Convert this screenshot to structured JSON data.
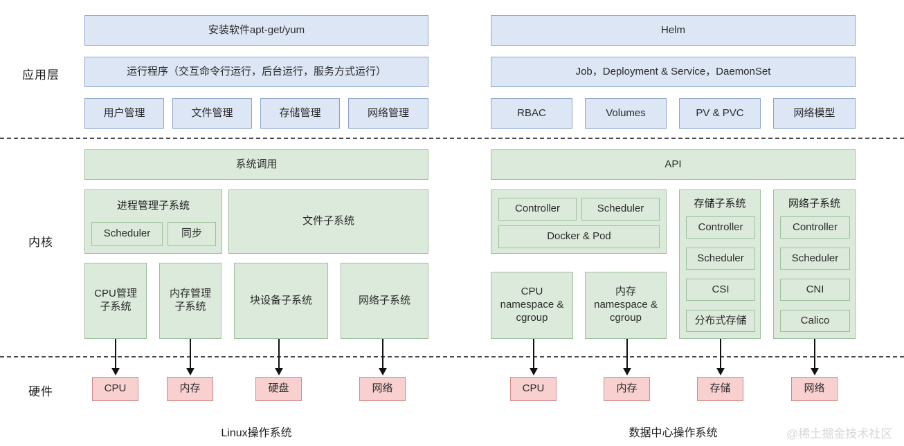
{
  "layer_labels": [
    {
      "id": "application",
      "text": "应用层"
    },
    {
      "id": "kernel",
      "text": "内核"
    },
    {
      "id": "hardware",
      "text": "硬件"
    }
  ],
  "colors": {
    "application_fill": "#dce6f5",
    "application_stroke": "#8ca6c9",
    "kernel_fill": "#dceadb",
    "kernel_stroke": "#9dbf9b",
    "hardware_fill": "#f7d0cf",
    "hardware_stroke": "#d08a88",
    "divider": "#4a4a4a",
    "connector": "#111111",
    "watermark": "#d6d6d6"
  },
  "left": {
    "caption": "Linux操作系统",
    "application": {
      "row1": "安装软件apt-get/yum",
      "row2": "运行程序（交互命令行运行，后台运行，服务方式运行）",
      "row3": [
        "用户管理",
        "文件管理",
        "存储管理",
        "网络管理"
      ]
    },
    "kernel": {
      "syscall": "系统调用",
      "process_group": {
        "title": "进程管理子系统",
        "children": [
          "Scheduler",
          "同步"
        ]
      },
      "file_subsystem": "文件子系统",
      "bottom_row": [
        "CPU管理\n子系统",
        "内存管理\n子系统",
        "块设备子系统",
        "网络子系统"
      ]
    },
    "hardware": [
      "CPU",
      "内存",
      "硬盘",
      "网络"
    ]
  },
  "right": {
    "caption": "数据中心操作系统",
    "application": {
      "row1": "Helm",
      "row2": "Job，Deployment & Service，DaemonSet",
      "row3": [
        "RBAC",
        "Volumes",
        "PV & PVC",
        "网络模型"
      ]
    },
    "kernel": {
      "syscall": "API",
      "control_group": {
        "children": [
          "Controller",
          "Scheduler",
          "Docker & Pod"
        ]
      },
      "storage_group": {
        "title": "存储子系统",
        "children": [
          "Controller",
          "Scheduler",
          "CSI",
          "分布式存储"
        ]
      },
      "network_group": {
        "title": "网络子系统",
        "children": [
          "Controller",
          "Scheduler",
          "CNI",
          "Calico"
        ]
      },
      "bottom_row": [
        "CPU\nnamespace &\ncgroup",
        "内存\nnamespace &\ncgroup"
      ]
    },
    "hardware": [
      "CPU",
      "内存",
      "存储",
      "网络"
    ]
  },
  "watermark": "@稀土掘金技术社区"
}
